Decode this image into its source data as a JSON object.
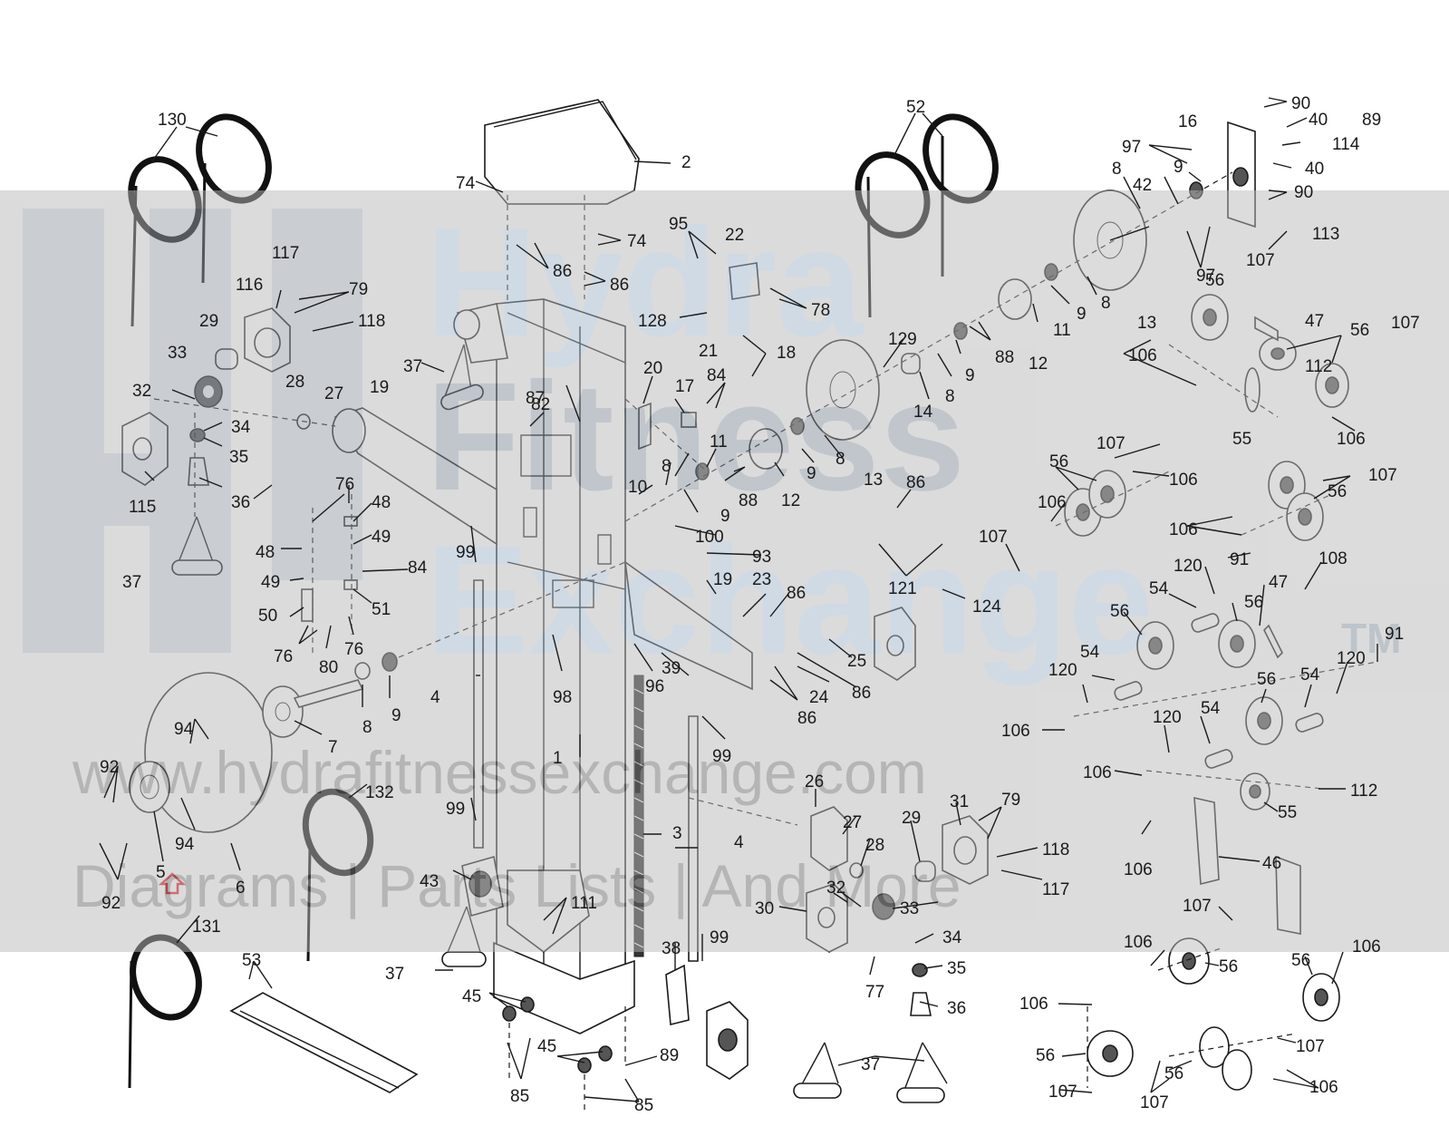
{
  "watermark": {
    "line1": "Hydra",
    "line2": "Fitness",
    "line3": "Exchange",
    "tm": "TM",
    "url": "www.hydrafitnessexchange.com",
    "tagline": "Diagrams | Parts Lists | And More"
  },
  "colors": {
    "line": "#1a1a1a",
    "watermark_band": "#aaaaaa",
    "watermark_blue": "#b7cde0",
    "marker_red": "#e0252b"
  },
  "callouts": {
    "c1": "1",
    "c2": "2",
    "c3": "3",
    "c4": "4",
    "c5": "5",
    "c6": "6",
    "c7": "7",
    "c8": "8",
    "c9": "9",
    "c10": "10",
    "c11": "11",
    "c12": "12",
    "c13": "13",
    "c14": "14",
    "c16": "16",
    "c17": "17",
    "c18": "18",
    "c19": "19",
    "c20": "20",
    "c21": "21",
    "c22": "22",
    "c23": "23",
    "c24": "24",
    "c25": "25",
    "c26": "26",
    "c27": "27",
    "c28": "28",
    "c29": "29",
    "c30": "30",
    "c31": "31",
    "c32": "32",
    "c33": "33",
    "c34": "34",
    "c35": "35",
    "c36": "36",
    "c37": "37",
    "c38": "38",
    "c39": "39",
    "c40": "40",
    "c42": "42",
    "c43": "43",
    "c45": "45",
    "c46": "46",
    "c47": "47",
    "c48": "48",
    "c49": "49",
    "c50": "50",
    "c51": "51",
    "c52": "52",
    "c53": "53",
    "c54": "54",
    "c55": "55",
    "c56": "56",
    "c74": "74",
    "c76": "76",
    "c77": "77",
    "c78": "78",
    "c79": "79",
    "c80": "80",
    "c82": "82",
    "c84": "84",
    "c85": "85",
    "c86": "86",
    "c87": "87",
    "c88": "88",
    "c89": "89",
    "c90": "90",
    "c91": "91",
    "c92": "92",
    "c93": "93",
    "c94": "94",
    "c95": "95",
    "c96": "96",
    "c97": "97",
    "c98": "98",
    "c99": "99",
    "c100": "100",
    "c106": "106",
    "c107": "107",
    "c108": "108",
    "c111": "111",
    "c112": "112",
    "c113": "113",
    "c114": "114",
    "c115": "115",
    "c116": "116",
    "c117": "117",
    "c118": "118",
    "c120": "120",
    "c121": "121",
    "c124": "124",
    "c128": "128",
    "c129": "129",
    "c130": "130",
    "c131": "131",
    "c132": "132"
  }
}
